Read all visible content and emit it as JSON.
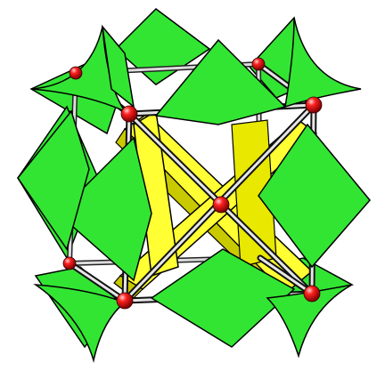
{
  "figure": {
    "kind": "polyhedral-surface-model",
    "colors": {
      "background": "#ffffff",
      "surface": "#33e533",
      "surface_dark": "#1fae1f",
      "inner_frame": "#ffff33",
      "inner_frame_dark": "#c9c900",
      "rod": "#d8d8d8",
      "vertex_atom": "#e00000",
      "outline": "#000000"
    },
    "components": [
      "green-surface-fins",
      "yellow-inner-cross",
      "cube-edge-rods",
      "red-vertex-atoms",
      "central-atom"
    ]
  }
}
